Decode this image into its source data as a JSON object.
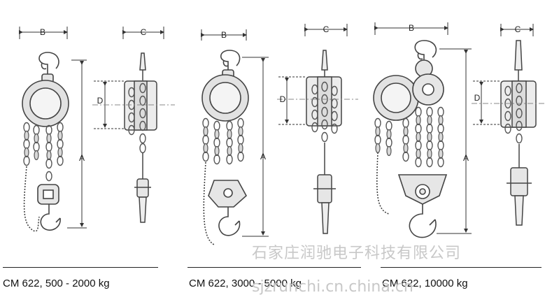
{
  "diagrams": [
    {
      "caption": "CM 622, 500 - 2000 kg",
      "dim_labels": {
        "a": "A",
        "b": "B",
        "c": "C",
        "d": "D"
      }
    },
    {
      "caption": "CM 622, 3000 - 5000 kg",
      "dim_labels": {
        "a": "A",
        "b": "B",
        "c": "C",
        "d": "D"
      }
    },
    {
      "caption": "CM 622, 10000 kg",
      "dim_labels": {
        "a": "A",
        "b": "B",
        "c": "C",
        "d": "D"
      }
    }
  ],
  "watermark": {
    "company": "石家庄润驰电子科技有限公司",
    "url": "sjzrunchi.cn.china.cn"
  }
}
